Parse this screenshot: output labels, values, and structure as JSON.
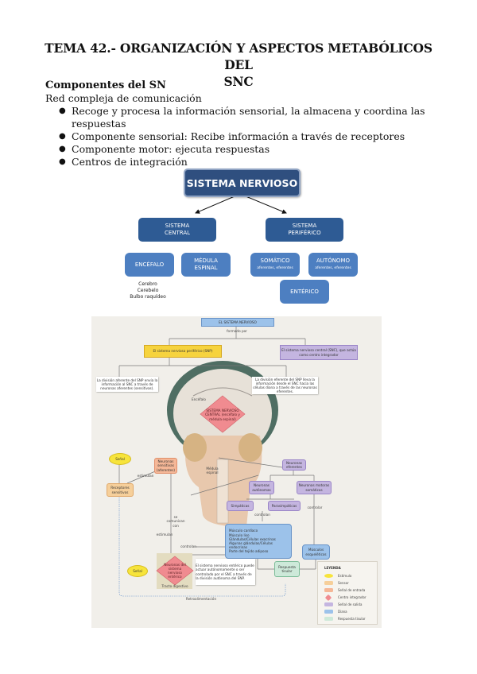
{
  "document": {
    "title": "TEMA 42.- ORGANIZACIÓN Y ASPECTOS METABÓLICOS DEL SNC",
    "title_line1": "TEMA 42.- ORGANIZACIÓN Y ASPECTOS METABÓLICOS DEL",
    "title_line2": "SNC",
    "section_heading": "Componentes del SN",
    "intro": "Red compleja de comunicación",
    "bullets": [
      "Recoge y procesa la información sensorial, la almacena y coordina las respuestas",
      "Componente sensorial: Recibe información a través de receptores",
      "Componente motor: ejecuta respuestas",
      "Centros de integración"
    ],
    "bullet_glyph": "●"
  },
  "org_chart": {
    "root": "SISTEMA NERVIOSO",
    "central": {
      "line1": "SISTEMA",
      "line2": "CENTRAL"
    },
    "periferico": {
      "line1": "SISTEMA",
      "line2": "PERIFÉRICO"
    },
    "encefalo": "ENCÉFALO",
    "medula": {
      "line1": "MÉDULA",
      "line2": "ESPINAL"
    },
    "somatico": {
      "label": "SOMÁTICO",
      "sub": "aferentes, eferentes"
    },
    "autonomo": {
      "label": "AUTÓNOMO",
      "sub": "aferentes, eferentes"
    },
    "enterico": "ENTÉRICO",
    "encefalo_parts": [
      "Cerebro",
      "Cerebelo",
      "Bulbo raquídeo"
    ],
    "colors": {
      "root": "#2f4f7f",
      "level2": "#2e5b94",
      "level3": "#4d7fc1"
    }
  },
  "figure": {
    "header": "EL SISTEMA NERVIOSO",
    "formado_por": "formado por",
    "snp": "El sistema nervioso periférico (SNP)",
    "snc": "El sistema nervioso central (SNC), que actúa como centro integrador",
    "aferente_div": "La división aferente del SNP envía la información al SNC a través de neuronas aferentes (sensitivas).",
    "eferente_div": "La división eferente del SNP lleva la información desde el SNC hacia las células diana a través de las neuronas eferentes.",
    "encefalo_label": "Encéfalo",
    "snc_diamond": "SISTEMA NERVIOSO CENTRAL (encéfalo y médula espinal)",
    "medula_label": "Médula espinal",
    "senal": "Señal",
    "receptores": "Receptores sensitivos",
    "neuronas_sensitivas": "Neuronas sensitivas (aferentes)",
    "estimulan": "estimulan",
    "neuronas_eferentes": "Neuronas eferentes",
    "neuronas_autonomas": "Neuronas autónomas",
    "neuronas_motoras": "Neuronas motoras somáticas",
    "simpaticas": "Simpáticas",
    "parasimpaticas": "Parasimpáticas",
    "controlan": "controlan",
    "controlar": "controlar",
    "se_comunican": "se comunican con",
    "estimulan2": "estimulan",
    "controlan2": "controlan",
    "efectores": [
      "Músculo cardíaco",
      "Músculo liso",
      "Glándulas/Células exocrinas",
      "Algunas glándulas/Células endocrinas",
      "Parte del tejido adiposo"
    ],
    "musculos_esqueleticos": "Músculos esqueléticos",
    "enterico_neuronas": "Neuronas del sistema nervioso entérico",
    "tracto_digestivo": "Tracto digestivo",
    "enterico_note": "El sistema nervioso entérico puede actuar autónomamente o ser controlado por el SNC a través de la división autónoma del SNP.",
    "respuesta": "Respuesta tisular",
    "retroalimentacion": "Retroalimentación",
    "legend": {
      "title": "LEYENDA",
      "items": [
        {
          "label": "Estímulo",
          "color": "#f7e43b"
        },
        {
          "label": "Sensor",
          "color": "#f6cf9a"
        },
        {
          "label": "Señal de entrada",
          "color": "#f5b797"
        },
        {
          "label": "Centro integrador",
          "color": "#f08b90"
        },
        {
          "label": "Señal de salida",
          "color": "#c4b5e0"
        },
        {
          "label": "Diana",
          "color": "#9cc2ea"
        },
        {
          "label": "Respuesta tisular",
          "color": "#cde9d9"
        }
      ]
    }
  }
}
